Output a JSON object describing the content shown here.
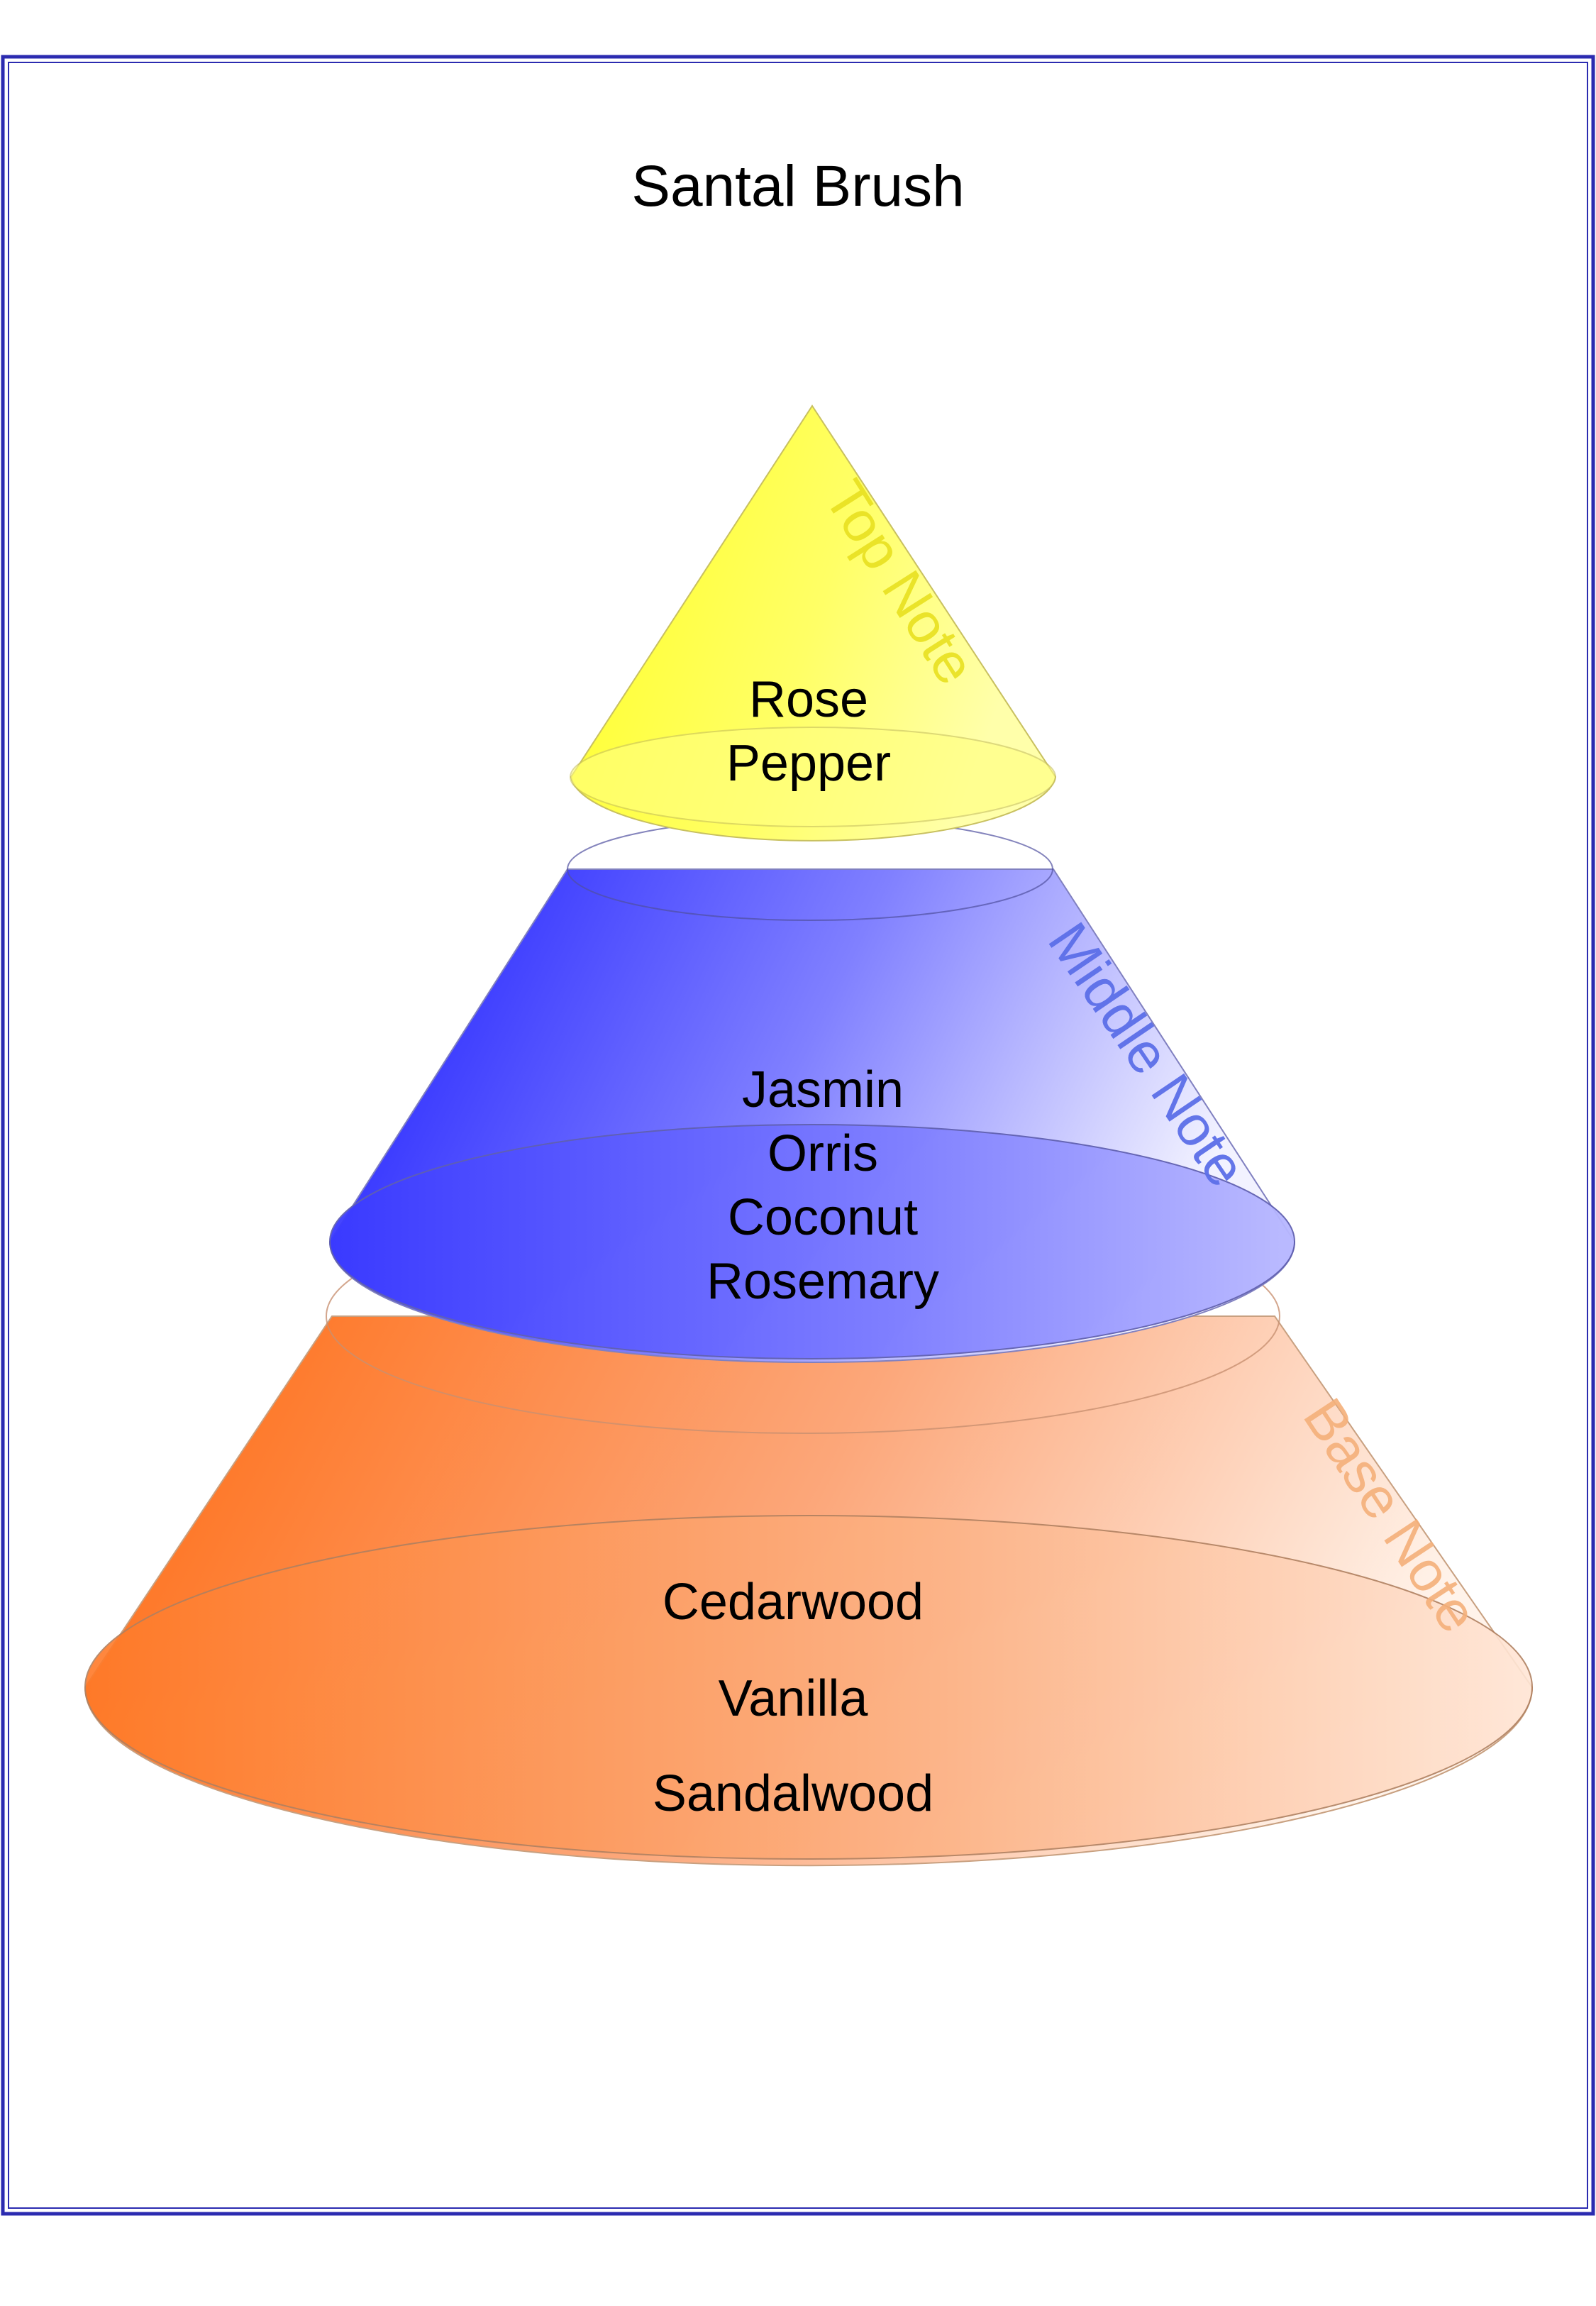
{
  "title": "Santal Brush",
  "tiers": {
    "top": {
      "label": "Top Note",
      "notes": [
        "Rose",
        "Pepper"
      ],
      "color": "#FFFF33",
      "label_color": "#E8E020"
    },
    "middle": {
      "label": "Middle Note",
      "notes": [
        "Jasmin",
        "Orris",
        "Coconut",
        "Rosemary"
      ],
      "color": "#2222FF",
      "label_color": "#5C6FE8"
    },
    "base": {
      "label": "Base Note",
      "notes": [
        "Cedarwood",
        "Vanilla",
        "Sandalwood"
      ],
      "color": "#FF6A10",
      "label_color": "#F5B07A"
    }
  },
  "frame_color": "#2B2BB0"
}
